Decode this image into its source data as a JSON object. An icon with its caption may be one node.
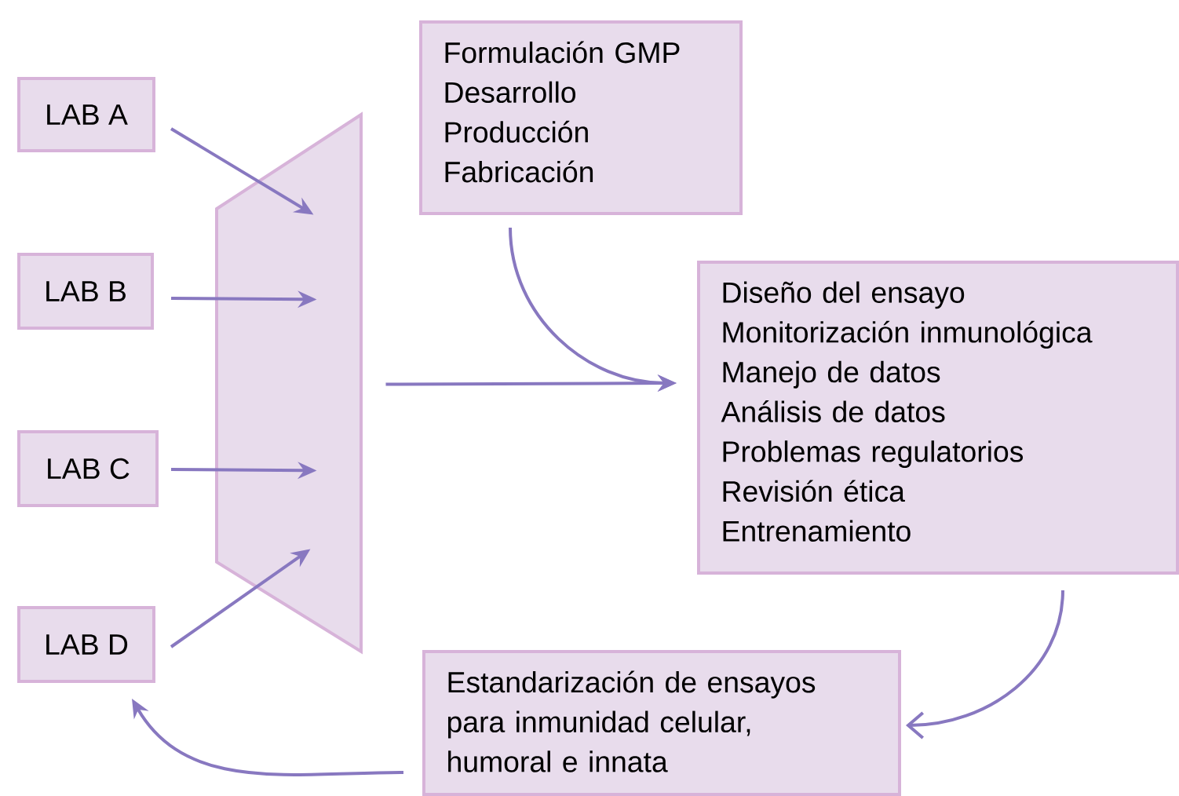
{
  "diagram": {
    "nodes": [
      {
        "text": [
          "LAB A"
        ]
      },
      {
        "text": [
          "LAB B"
        ]
      },
      {
        "text": [
          "LAB C"
        ]
      },
      {
        "text": [
          "LAB D"
        ]
      },
      {
        "text": [],
        "shape": "trapezoid"
      },
      {
        "text": [
          "Formulación GMP",
          "Desarrollo",
          "Producción",
          "Fabricación"
        ]
      },
      {
        "text": [
          "Diseño del ensayo",
          "Monitorización inmunológica",
          "Manejo de datos",
          "Análisis de datos",
          "Problemas regulatorios",
          "Revisión ética",
          "Entrenamiento"
        ]
      },
      {
        "text": [
          "Estandarización de ensayos para inmunidad celular, humoral e innata"
        ]
      }
    ],
    "edges": [
      {
        "from": 0,
        "to": 4,
        "arrow": "to"
      },
      {
        "from": 1,
        "to": 4,
        "arrow": "to"
      },
      {
        "from": 2,
        "to": 4,
        "arrow": "to"
      },
      {
        "from": 3,
        "to": 4,
        "arrow": "to"
      },
      {
        "from": 4,
        "to": 6,
        "arrow": "to"
      },
      {
        "from": 5,
        "to": 6,
        "arrow": "to"
      },
      {
        "from": 6,
        "to": 7,
        "arrow": "to"
      },
      {
        "from": 7,
        "to": 3,
        "arrow": "to"
      }
    ]
  }
}
